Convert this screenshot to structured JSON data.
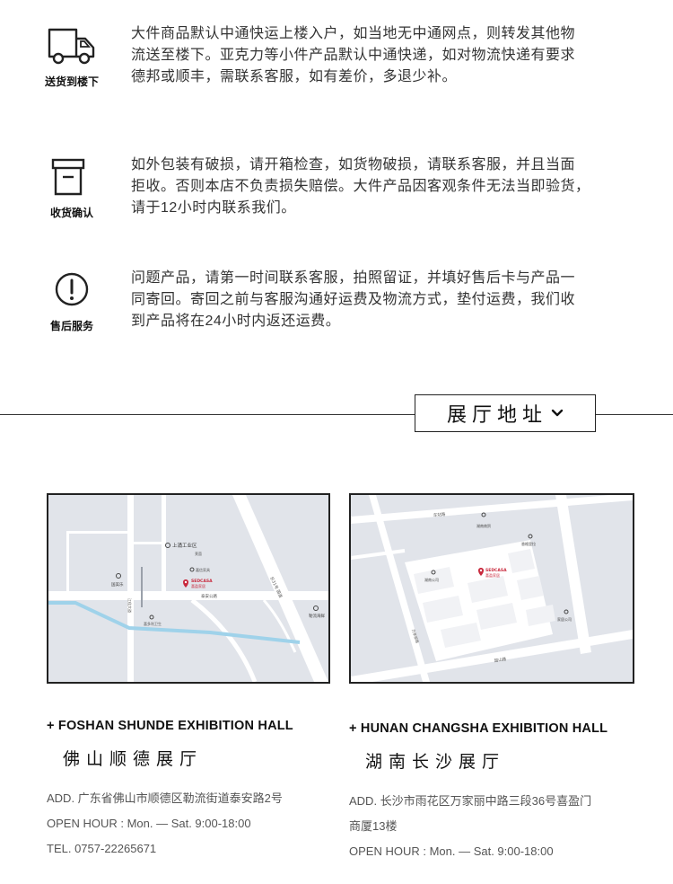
{
  "policies": [
    {
      "icon": "delivery-truck-icon",
      "label": "送货到楼下",
      "lines": [
        "大件商品默认中通快运上楼入户，如当地无中通网点，则转发其他物",
        "流送至楼下。亚克力等小件产品默认中通快递，如对物流快递有要求",
        "德邦或顺丰，需联系客服，如有差价，多退少补。"
      ]
    },
    {
      "icon": "package-box-icon",
      "label": "收货确认",
      "lines": [
        "如外包装有破损，请开箱检查，如货物破损，请联系客服，并且当面",
        "拒收。否则本店不负责损失赔偿。大件产品因客观条件无法当即验货，",
        "请于12小时内联系我们。"
      ]
    },
    {
      "icon": "exclamation-circle-icon",
      "label": "售后服务",
      "lines": [
        "问题产品，请第一时间联系客服，拍照留证，并填好售后卡与产品一",
        "同寄回。寄回之前与客服沟通好运费及物流方式，垫付运费，我们收",
        "到产品将在24小时内返还运费。"
      ]
    }
  ],
  "section_title": "展厅地址",
  "halls": [
    {
      "name_en": "+ FOSHAN SHUNDE EXHIBITION HALL",
      "name_cn": "佛山顺德展厅",
      "address": "ADD. 广东省佛山市顺德区勒流街道泰安路2号",
      "hours": "OPEN HOUR : Mon. — Sat. 9:00-18:00",
      "tel": "TEL. 0757-22265671",
      "map": {
        "labels": {
          "park": "上涌工业区",
          "poi1": "国美乐",
          "poi2": "莱茵",
          "poi3": "嘉信家具",
          "road_main": "泰安公路",
          "road_vertical": "乐31号 国道",
          "road_left": "江佳大道",
          "poi4": "勒流海鲜",
          "poi5": "喜多利卫生",
          "brand": "SEDCASA",
          "brand_cn": "喜盈家居"
        },
        "colors": {
          "bg": "#e1e4ea",
          "road": "#ffffff",
          "river": "#9fd2ea",
          "pin": "#c8283c"
        }
      }
    },
    {
      "name_en": "+ HUNAN CHANGSHA EXHIBITION HALL",
      "name_cn": "湖南长沙展厅",
      "address_lines": [
        "ADD. 长沙市雨花区万家丽中路三段36号喜盈门",
        "商厦13楼"
      ],
      "hours": "OPEN HOUR : Mon. — Sat. 9:00-18:00",
      "map": {
        "labels": {
          "road_top": "车站路",
          "road_bottom": "韶山路",
          "road_right": "万家丽路",
          "brand": "SEDCASA",
          "brand_cn": "喜盈家居",
          "poi1": "湖南商贸",
          "poi2": "香格里拉",
          "poi3": "湖南公司",
          "poi4": "家居公司"
        },
        "colors": {
          "bg": "#e1e4ea",
          "road": "#ffffff",
          "block": "#f1f2f5",
          "pin": "#c8283c"
        }
      }
    }
  ]
}
